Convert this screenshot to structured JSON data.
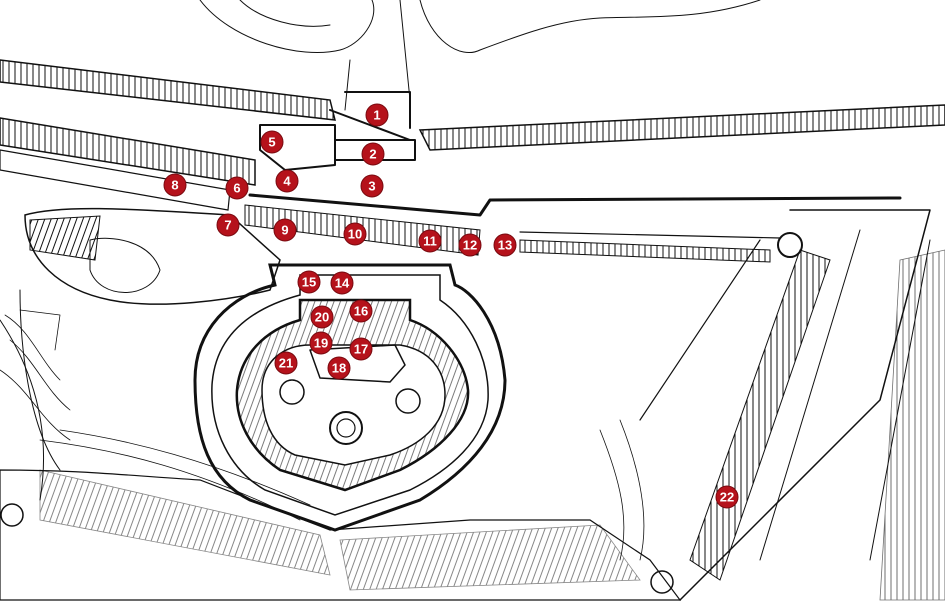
{
  "map": {
    "markers": [
      {
        "label": "1"
      },
      {
        "label": "2"
      },
      {
        "label": "3"
      },
      {
        "label": "4"
      },
      {
        "label": "5"
      },
      {
        "label": "6"
      },
      {
        "label": "7"
      },
      {
        "label": "8"
      },
      {
        "label": "9"
      },
      {
        "label": "10"
      },
      {
        "label": "11"
      },
      {
        "label": "12"
      },
      {
        "label": "13"
      },
      {
        "label": "14"
      },
      {
        "label": "15"
      },
      {
        "label": "16"
      },
      {
        "label": "17"
      },
      {
        "label": "18"
      },
      {
        "label": "19"
      },
      {
        "label": "20"
      },
      {
        "label": "21"
      },
      {
        "label": "22"
      }
    ],
    "colors": {
      "marker": "#b5121b",
      "ink": "#111111",
      "paper": "#ffffff"
    }
  }
}
